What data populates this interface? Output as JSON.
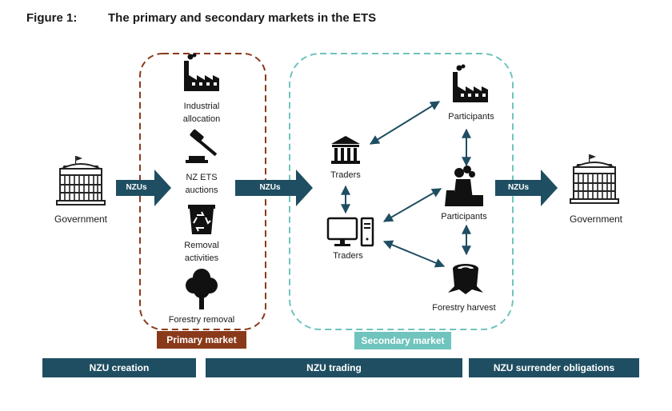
{
  "figure": {
    "number": "Figure 1:",
    "title": "The primary and secondary markets in the ETS"
  },
  "nodes": {
    "government_left": {
      "label": "Government",
      "icon": "parliament-building-icon"
    },
    "industrial_allocation": {
      "label_line1": "Industrial",
      "label_line2": "allocation",
      "icon": "factory-icon"
    },
    "auctions": {
      "label_line1": "NZ ETS",
      "label_line2": "auctions",
      "icon": "gavel-icon"
    },
    "removal_activities": {
      "label_line1": "Removal",
      "label_line2": "activities",
      "icon": "recycle-bin-icon"
    },
    "forestry_removal": {
      "label": "Forestry removal",
      "icon": "tree-icon"
    },
    "traders_bank": {
      "label": "Traders",
      "icon": "bank-icon"
    },
    "traders_computer": {
      "label": "Traders",
      "icon": "computer-icon"
    },
    "participants_factory": {
      "label": "Participants",
      "icon": "factory-icon"
    },
    "participants_power": {
      "label": "Participants",
      "icon": "power-plant-icon"
    },
    "forestry_harvest": {
      "label": "Forestry harvest",
      "icon": "tree-stump-icon"
    },
    "government_right": {
      "label": "Government",
      "icon": "parliament-building-icon"
    }
  },
  "flow_arrows": [
    "NZUs",
    "NZUs",
    "NZUs"
  ],
  "markets": {
    "primary": {
      "label": "Primary market",
      "color": "#8a3a1a"
    },
    "secondary": {
      "label": "Secondary market",
      "color": "#6fc4bd"
    }
  },
  "bottom_bars": [
    "NZU creation",
    "NZU trading",
    "NZU surrender obligations"
  ],
  "colors": {
    "arrow_fill": "#1f4e62",
    "bar_fill": "#1f4e62",
    "primary_border": "#8a3a1a",
    "secondary_border": "#6fc4bd"
  }
}
